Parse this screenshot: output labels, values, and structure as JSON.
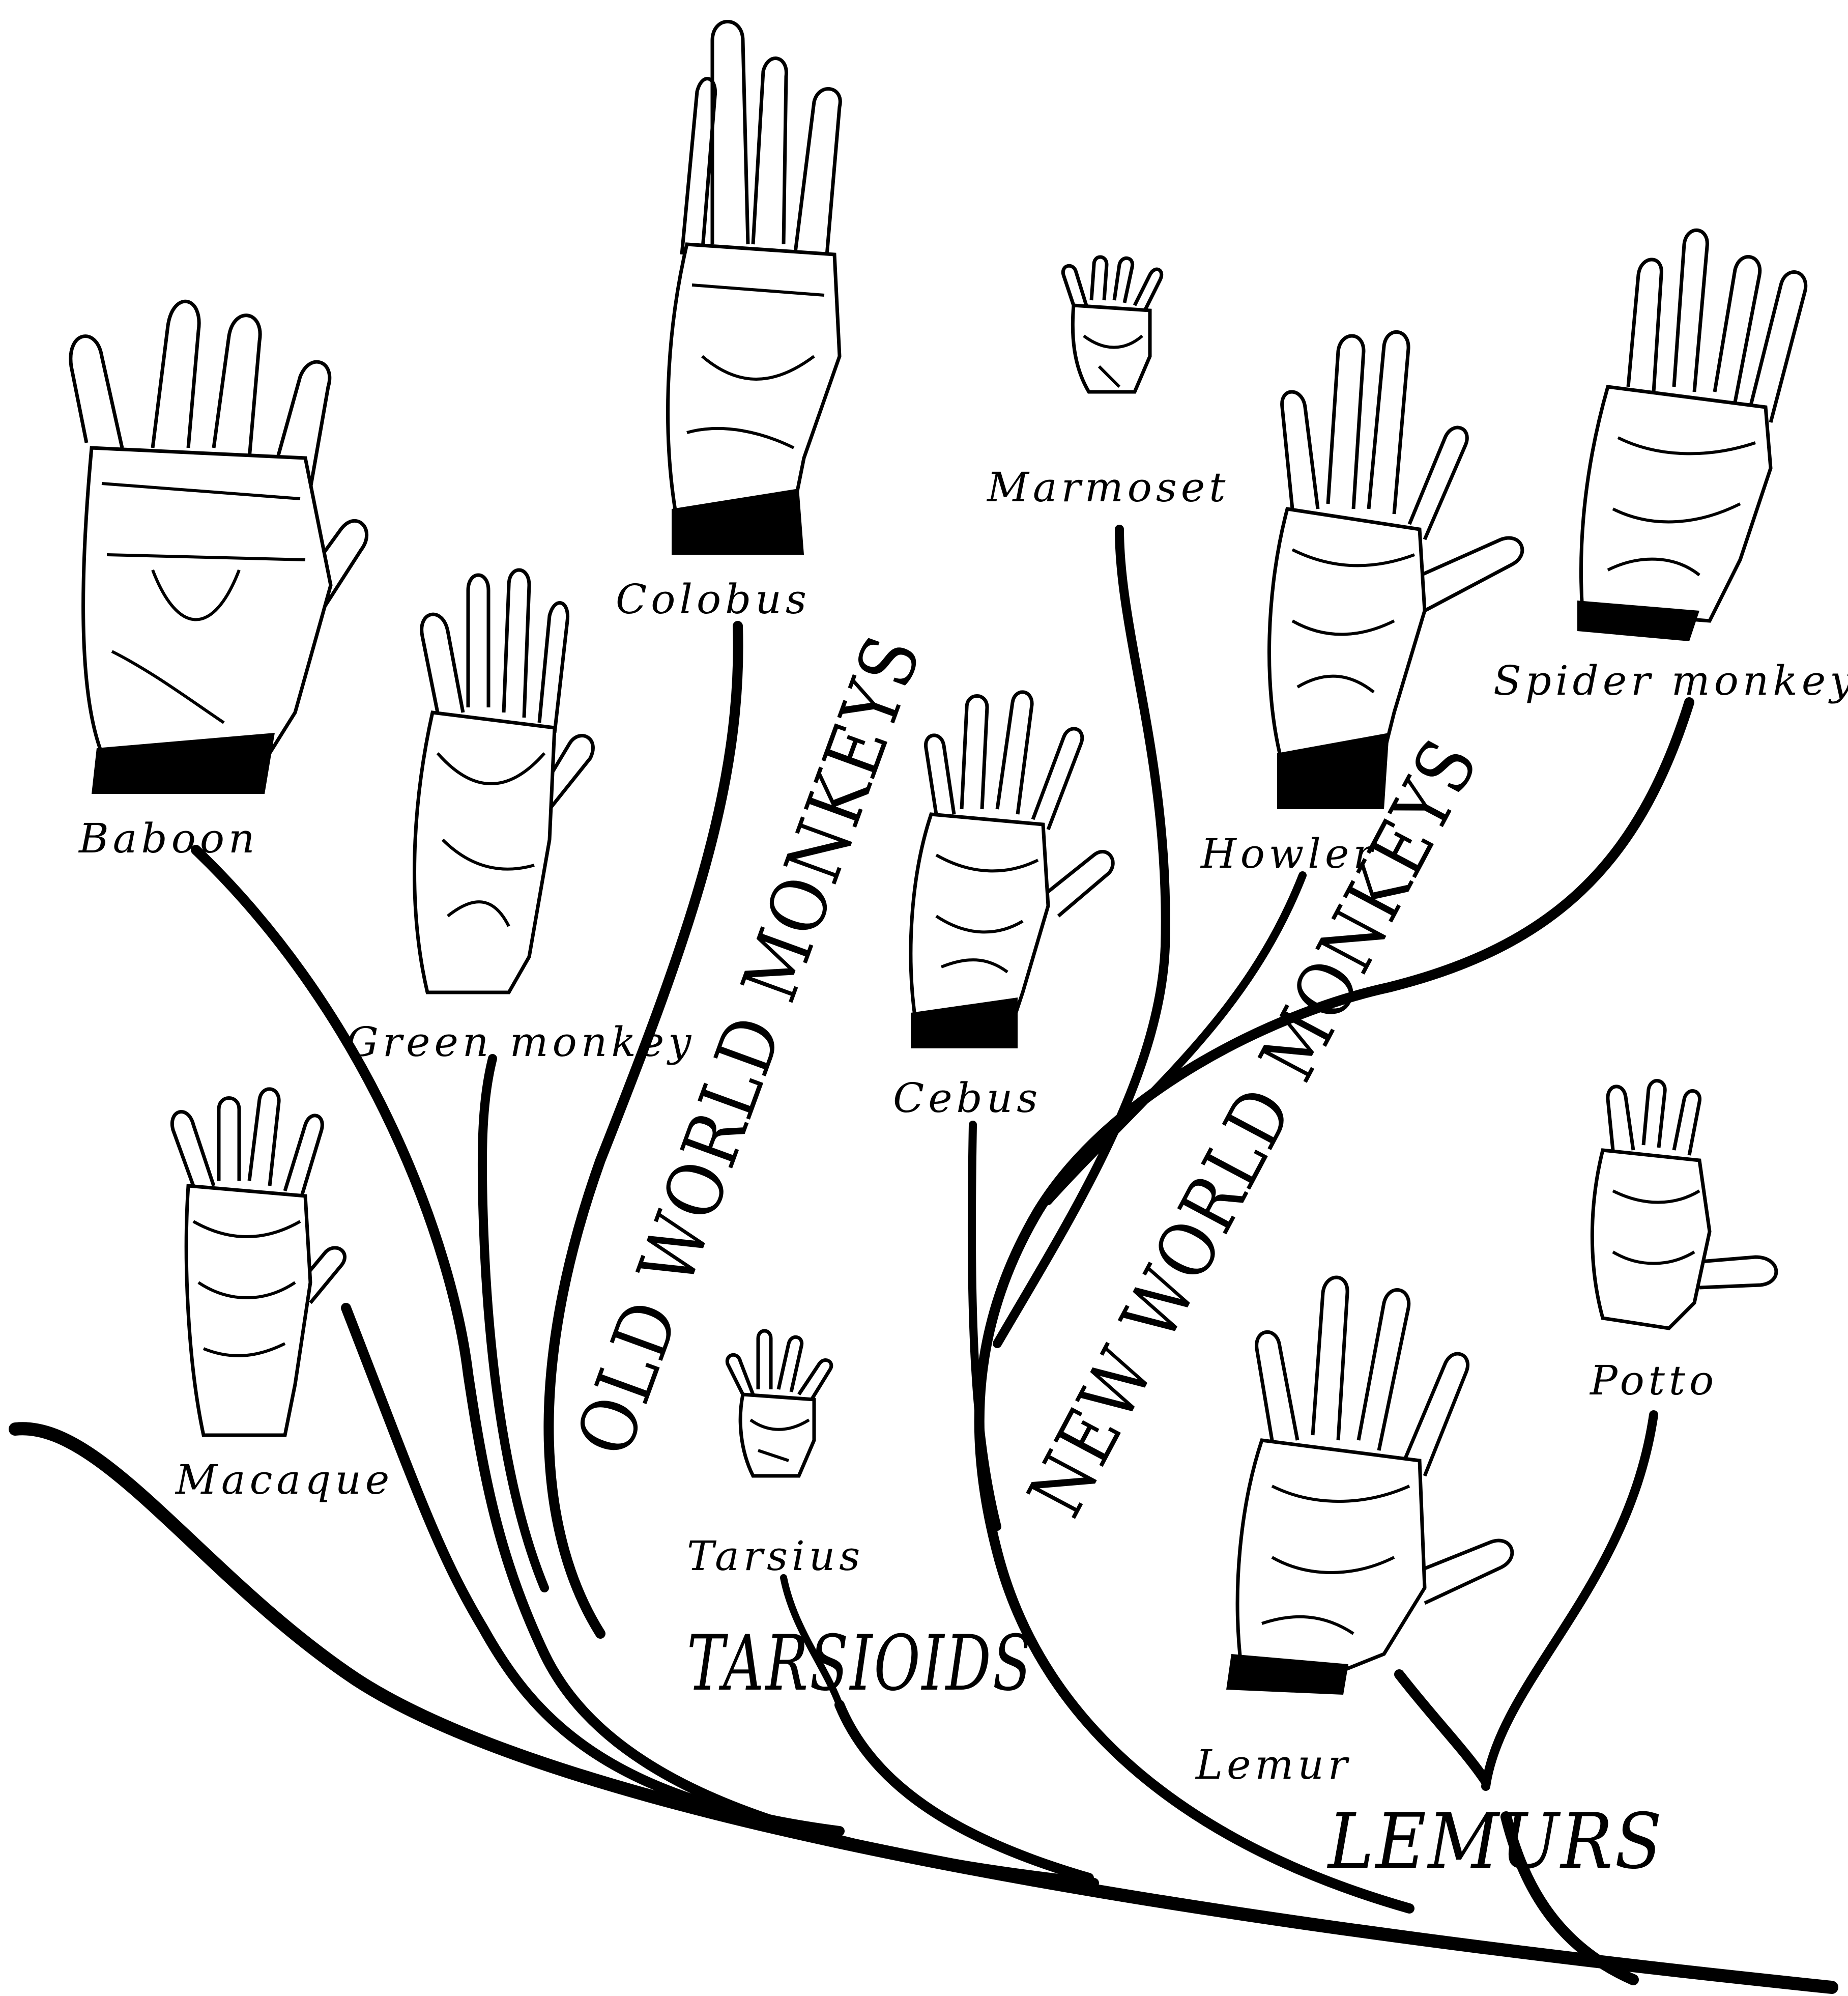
{
  "colors": {
    "ink": "#000000",
    "paper": "#ffffff"
  },
  "groups": {
    "old_world": "OLD WORLD MONKEYS",
    "new_world": "NEW WORLD MONKEYS",
    "tarsioids": "TARSIOIDS",
    "lemurs": "LEMURS"
  },
  "species": {
    "baboon": "Baboon",
    "colobus": "Colobus",
    "green_monkey": "Green monkey",
    "macaque": "Macaque",
    "marmoset": "Marmoset",
    "howler": "Howler",
    "spider_monkey": "Spider monkey",
    "cebus": "Cebus",
    "tarsius": "Tarsius",
    "potto": "Potto",
    "lemur": "Lemur"
  },
  "icons": [
    "baboon-hand-icon",
    "colobus-hand-icon",
    "green-monkey-hand-icon",
    "macaque-hand-icon",
    "marmoset-hand-icon",
    "howler-hand-icon",
    "spider-monkey-hand-icon",
    "cebus-hand-icon",
    "tarsius-hand-icon",
    "potto-hand-icon",
    "lemur-hand-icon"
  ]
}
